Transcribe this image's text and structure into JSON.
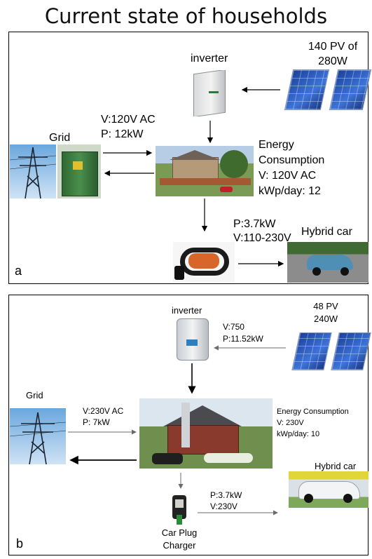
{
  "title": "Current state of households",
  "panel_a": {
    "letter": "a",
    "inverter_label": "inverter",
    "pv_label_line1": "140 PV of",
    "pv_label_line2": "280W",
    "grid_label": "Grid",
    "grid_v": "V:120V AC",
    "grid_p": "P: 12kW",
    "consumption_line1": "Energy",
    "consumption_line2": "Consumption",
    "consumption_v": "V: 120V AC",
    "consumption_kwp": "kWp/day: 12",
    "charger_p": "P:3.7kW",
    "charger_v": "V:110-230V",
    "car_label": "Hybrid car"
  },
  "panel_b": {
    "letter": "b",
    "inverter_label": "inverter",
    "inverter_v": "V:750",
    "inverter_p": "P:11.52kW",
    "pv_label_line1": "48 PV",
    "pv_label_line2": "240W",
    "grid_label": "Grid",
    "grid_v": "V:230V AC",
    "grid_p": "P: 7kW",
    "consumption_line1": "Energy Consumption",
    "consumption_v": "V: 230V",
    "consumption_kwp": "kWp/day: 10",
    "charger_p": "P:3.7kW",
    "charger_v": "V:230V",
    "charger_line1": "Car Plug",
    "charger_line2": "Charger",
    "car_label": "Hybrid car"
  }
}
